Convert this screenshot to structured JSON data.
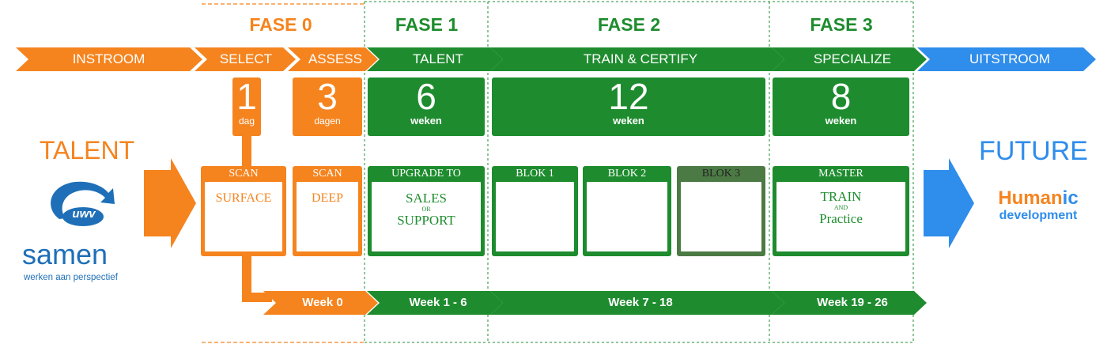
{
  "colors": {
    "orange": "#F5841F",
    "green": "#1E8C2E",
    "green_dark": "#4C7A44",
    "blue": "#2F8DEB",
    "lightblue_logo": "#1E6FB8"
  },
  "phases": [
    {
      "label": "FASE 0"
    },
    {
      "label": "FASE 1"
    },
    {
      "label": "FASE 2"
    },
    {
      "label": "FASE 3"
    }
  ],
  "flow": [
    {
      "label": "INSTROOM"
    },
    {
      "label": "SELECT"
    },
    {
      "label": "ASSESS"
    },
    {
      "label": "TALENT"
    },
    {
      "label": "TRAIN & CERTIFY"
    },
    {
      "label": "SPECIALIZE"
    },
    {
      "label": "UITSTROOM"
    }
  ],
  "durations": [
    {
      "number": "1",
      "unit": "dag"
    },
    {
      "number": "3",
      "unit": "dagen"
    },
    {
      "number": "6",
      "unit": "weken"
    },
    {
      "number": "12",
      "unit": "weken"
    },
    {
      "number": "8",
      "unit": "weken"
    }
  ],
  "cards": [
    {
      "head": "SCAN",
      "line1": "SURFACE",
      "line2": "",
      "line3": ""
    },
    {
      "head": "SCAN",
      "line1": "DEEP",
      "line2": "",
      "line3": ""
    },
    {
      "head": "UPGRADE TO",
      "line1": "SALES",
      "line2": "OR",
      "line3": "SUPPORT"
    },
    {
      "head": "BLOK 1",
      "line1": "",
      "line2": "",
      "line3": ""
    },
    {
      "head": "BLOK 2",
      "line1": "",
      "line2": "",
      "line3": ""
    },
    {
      "head": "BLOK 3",
      "line1": "",
      "line2": "",
      "line3": ""
    },
    {
      "head": "MASTER",
      "line1": "TRAIN",
      "line2": "AND",
      "line3": "Practice"
    }
  ],
  "weeks": [
    {
      "label": "Week 0"
    },
    {
      "label": "Week 1 - 6"
    },
    {
      "label": "Week 7 - 18"
    },
    {
      "label": "Week 19 - 26"
    }
  ],
  "left": {
    "title": "TALENT",
    "logo_text": "uwv",
    "org_name": "samen",
    "tagline": "werken aan perspectief"
  },
  "right": {
    "title": "FUTURE",
    "brand_part1": "Human",
    "brand_part2": "ic",
    "brand_line2": "development"
  }
}
